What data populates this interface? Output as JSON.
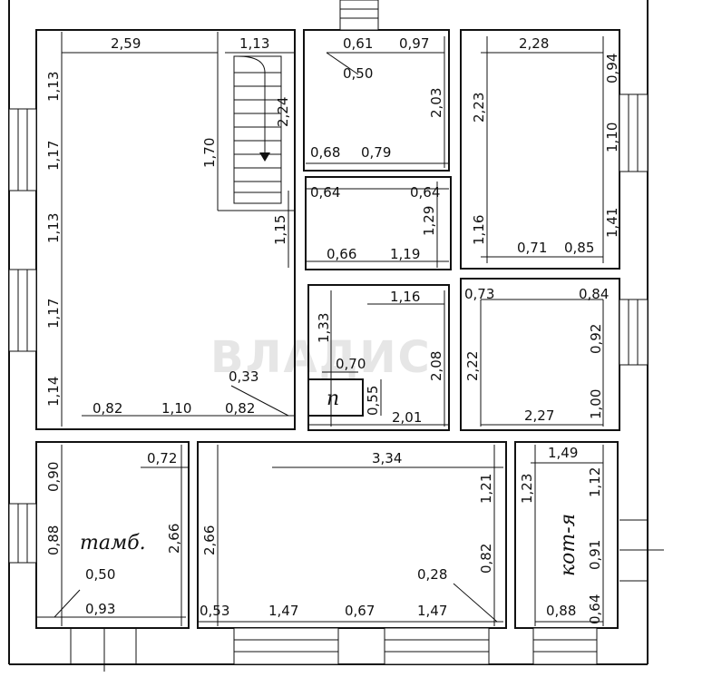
{
  "watermark": "ВЛАДИС",
  "rooms": {
    "vestibule": "тамб.",
    "pantry": "п",
    "boiler_room": "кот-я"
  },
  "dimensions": {
    "top_left_width": "2,59",
    "top_stair_width": "1,13",
    "top_mid_left": "0,61",
    "top_mid_right": "0,97",
    "top_mid_diag": "0,50",
    "top_right_width": "2,28",
    "left_seg_1": "1,13",
    "left_seg_2": "1,17",
    "left_seg_3": "1,13",
    "left_seg_4": "1,17",
    "left_seg_5": "1,14",
    "stair_length": "2,24",
    "stair_side": "1,70",
    "top_mid_height": "2,03",
    "top_right_height": "2,23",
    "right_seg_1": "0,94",
    "right_seg_2": "1,10",
    "right_seg_3": "1,41",
    "hall_door_a": "0,68",
    "hall_door_b": "0,79",
    "hall_left": "0,64",
    "hall_right": "0,64",
    "hall_height_left": "1,15",
    "hall_height_right": "1,29",
    "hall_height_right2": "1,16",
    "hall_bottom_a": "0,66",
    "hall_bottom_b": "1,19",
    "mid_right_a": "0,71",
    "mid_right_b": "0,85",
    "mid_right_c": "0,73",
    "mid_right_d": "0,84",
    "mid_right_height": "2,22",
    "mid_right_win_a": "0,92",
    "mid_right_win_b": "1,00",
    "mid_right_width": "2,27",
    "bath_top": "1,16",
    "bath_left": "1,33",
    "bath_height": "2,08",
    "pantry_width": "0,70",
    "pantry_height": "0,55",
    "bath_width": "2,01",
    "big_bottom_a": "0,82",
    "big_bottom_b": "1,10",
    "big_bottom_c": "0,82",
    "big_bottom_diag": "0,33",
    "vest_left_a": "0,90",
    "vest_left_b": "0,88",
    "vest_top": "0,72",
    "vest_height": "2,66",
    "vest_diag": "0,50",
    "vest_bottom": "0,93",
    "living_width": "3,34",
    "living_height": "2,66",
    "living_right_a": "1,21",
    "living_right_b": "0,82",
    "living_diag": "0,28",
    "living_bottom_a": "0,53",
    "living_bottom_b": "1,47",
    "living_bottom_c": "0,67",
    "living_bottom_d": "1,47",
    "boiler_top": "1,49",
    "boiler_left": "1,23",
    "boiler_right_a": "1,12",
    "boiler_right_b": "0,91",
    "boiler_right_c": "0,64",
    "boiler_bottom": "0,88"
  }
}
